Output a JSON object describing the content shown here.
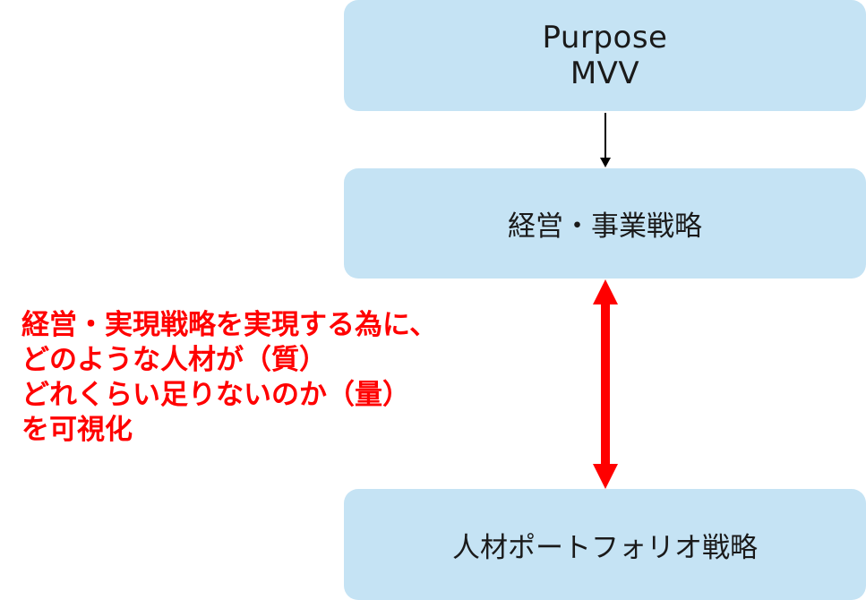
{
  "boxes": {
    "purpose": {
      "line1": "Purpose",
      "line2": "MVV"
    },
    "strategy": {
      "label": "経営・事業戦略"
    },
    "portfolio": {
      "label": "人材ポートフォリオ戦略"
    }
  },
  "annotation": {
    "lines": [
      "経営・実現戦略を実現する為に、",
      "どのような人材が（質）",
      "どれくらい足りないのか（量）",
      "を可視化"
    ]
  },
  "colors": {
    "box_fill": "#c5e3f4",
    "annotation": "#ff0000",
    "double_arrow": "#ff0000",
    "single_arrow": "#000000"
  }
}
